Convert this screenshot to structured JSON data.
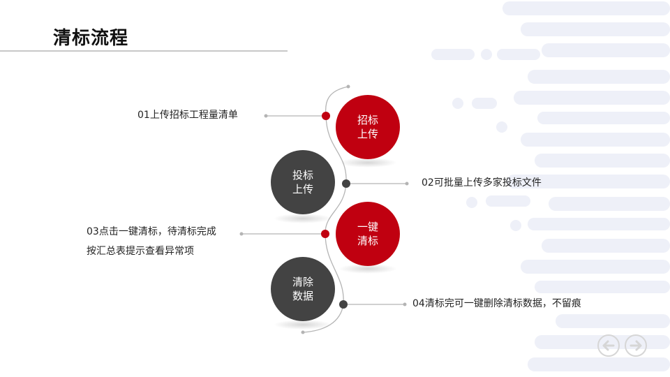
{
  "slide": {
    "title": "清标流程"
  },
  "colors": {
    "accent_red": "#c00010",
    "dark_gray": "#434343",
    "decor_lavender": "#eef0f8"
  },
  "steps": [
    {
      "circle_label": "招标\n上传",
      "description": "01上传招标工程量清单",
      "circle_color": "red"
    },
    {
      "circle_label": "投标\n上传",
      "description": "02可批量上传多家投标文件",
      "circle_color": "dark"
    },
    {
      "circle_label": "一键\n清标",
      "description_line1": "03点击一键清标，待清标完成",
      "description_line2": "按汇总表提示查看异常项",
      "circle_color": "red"
    },
    {
      "circle_label": "清除\n数据",
      "description": "04清标完可一键删除清标数据，不留痕",
      "circle_color": "dark"
    }
  ],
  "navigation": {
    "prev_icon": "arrow-left-icon",
    "next_icon": "arrow-right-icon"
  }
}
